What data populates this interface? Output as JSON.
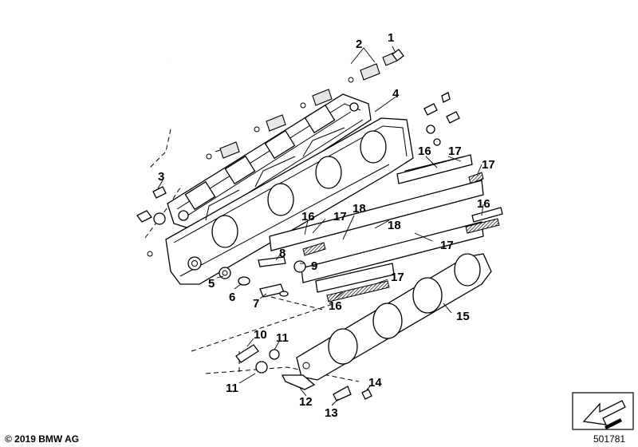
{
  "diagram": {
    "callouts": [
      {
        "id": "c1",
        "text": "1"
      },
      {
        "id": "c2",
        "text": "2"
      },
      {
        "id": "c3",
        "text": "3"
      },
      {
        "id": "c4",
        "text": "4"
      },
      {
        "id": "c5",
        "text": "5"
      },
      {
        "id": "c6",
        "text": "6"
      },
      {
        "id": "c7",
        "text": "7"
      },
      {
        "id": "c8",
        "text": "8"
      },
      {
        "id": "c9",
        "text": "9"
      },
      {
        "id": "c10",
        "text": "10"
      },
      {
        "id": "c11a",
        "text": "11"
      },
      {
        "id": "c11b",
        "text": "11"
      },
      {
        "id": "c12",
        "text": "12"
      },
      {
        "id": "c13",
        "text": "13"
      },
      {
        "id": "c14",
        "text": "14"
      },
      {
        "id": "c15",
        "text": "15"
      },
      {
        "id": "c16a",
        "text": "16"
      },
      {
        "id": "c16b",
        "text": "16"
      },
      {
        "id": "c16c",
        "text": "16"
      },
      {
        "id": "c16d",
        "text": "16"
      },
      {
        "id": "c17a",
        "text": "17"
      },
      {
        "id": "c17b",
        "text": "17"
      },
      {
        "id": "c17c",
        "text": "17"
      },
      {
        "id": "c17d",
        "text": "17"
      },
      {
        "id": "c17e",
        "text": "17"
      },
      {
        "id": "c18a",
        "text": "18"
      },
      {
        "id": "c18b",
        "text": "18"
      }
    ]
  },
  "footer": {
    "copyright": "© 2019 BMW AG",
    "diagram_number": "501781"
  },
  "icons": {
    "direction_arrow": "arrow-box-icon"
  }
}
